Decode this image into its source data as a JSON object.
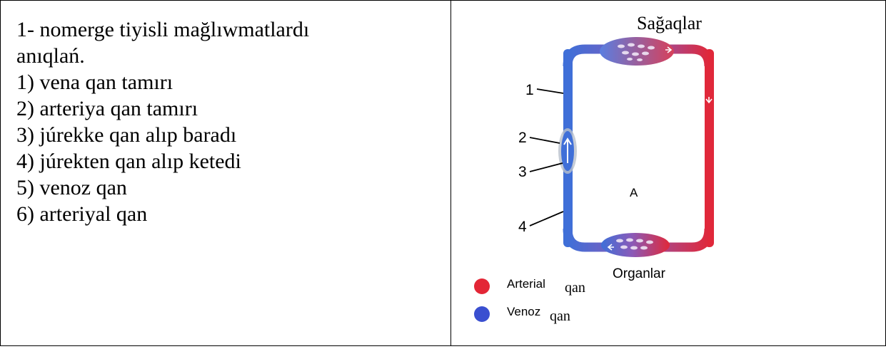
{
  "question": {
    "line1": "1- nomerge tiyisli  mağlıwmatlardı",
    "line2": "anıqlań.",
    "options": [
      "1) vena qan tamırı",
      "2) arteriya qan tamırı",
      "3) júrekke qan alıp baradı",
      "4) júrekten qan alıp ketedi",
      "5) venoz qan",
      "6) arteriyal qan"
    ]
  },
  "diagram": {
    "top_label": "Sağaqlar",
    "bottom_label": "Organlar",
    "center_label": "A",
    "markers": [
      "1",
      "2",
      "3",
      "4"
    ],
    "legend": [
      {
        "word": "Arterial",
        "suffix": "qan",
        "color": "#e32636"
      },
      {
        "word": "Venoz",
        "suffix": "qan",
        "color": "#3a4fd0"
      }
    ],
    "colors": {
      "vein": "#3f6fd8",
      "artery": "#e0283a"
    }
  }
}
